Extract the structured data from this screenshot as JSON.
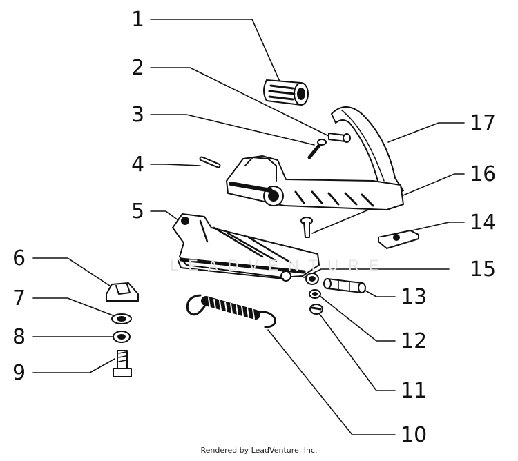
{
  "diagram": {
    "callouts": [
      "1",
      "2",
      "3",
      "4",
      "5",
      "6",
      "7",
      "8",
      "9",
      "10",
      "11",
      "12",
      "13",
      "14",
      "15",
      "16",
      "17"
    ],
    "watermark": "LEADVENTURE",
    "credit": "Rendered by LeadVenture, Inc."
  },
  "colors": {
    "ink": "#111111",
    "watermark": "#e6e6e6"
  }
}
